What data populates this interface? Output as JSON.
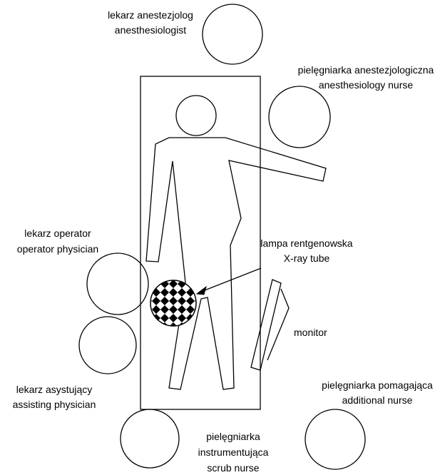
{
  "labels": {
    "anesthesiologist": {
      "pl": "lekarz anestezjolog",
      "en": "anesthesiologist"
    },
    "anesthesiology_nurse": {
      "pl": "pielęgniarka anestezjologiczna",
      "en": "anesthesiology nurse"
    },
    "operator_physician": {
      "pl": "lekarz operator",
      "en": "operator physician"
    },
    "xray_tube": {
      "pl": "lampa rentgenowska",
      "en": "X-ray tube"
    },
    "monitor": {
      "en": "monitor"
    },
    "assisting_physician": {
      "pl": "lekarz asystujący",
      "en": "assisting physician"
    },
    "additional_nurse": {
      "pl": "pielęgniarka pomagająca",
      "en": "additional nurse"
    },
    "scrub_nurse": {
      "pl1": "pielęgniarka",
      "pl2": "instrumentująca",
      "en": "scrub nurse"
    }
  },
  "colors": {
    "stroke": "#000000",
    "background": "#ffffff"
  }
}
